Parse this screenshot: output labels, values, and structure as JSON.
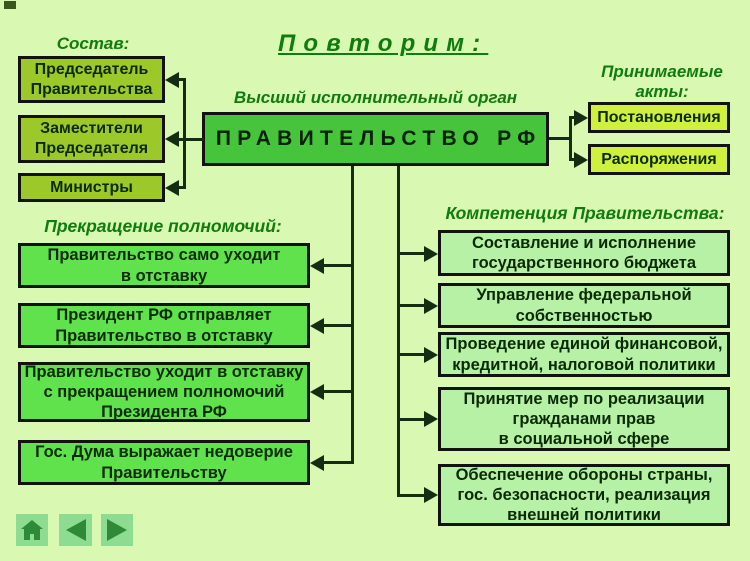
{
  "title": "Повторим:",
  "central": {
    "caption": "Высший исполнительный орган",
    "label": "ПРАВИТЕЛЬСТВО РФ"
  },
  "sostav": {
    "heading": "Состав:",
    "items": [
      "Председатель\nПравительства",
      "Заместители\nПредседателя",
      "Министры"
    ]
  },
  "akty": {
    "heading": "Принимаемые\nакты:",
    "items": [
      "Постановления",
      "Распоряжения"
    ]
  },
  "termination": {
    "heading": "Прекращение полномочий:",
    "items": [
      "Правительство само уходит\nв отставку",
      "Президент РФ отправляет\nПравительство в отставку",
      "Правительство уходит в отставку\nс прекращением полномочий\nПрезидента РФ",
      "Гос. Дума выражает недоверие\nПравительству"
    ]
  },
  "competence": {
    "heading": "Компетенция Правительства:",
    "items": [
      "Составление и исполнение\nгосударственного  бюджета",
      "Управление федеральной\nсобственностью",
      "Проведение единой финансовой,\nкредитной, налоговой политики",
      "Принятие мер по реализации\nгражданами прав\nв социальной сфере",
      "Обеспечение обороны страны,\nгос. безопасности, реализация\nвнешней политики"
    ]
  },
  "nav": {
    "items": [
      {
        "icon": "home-icon"
      },
      {
        "icon": "back-icon"
      },
      {
        "icon": "forward-icon"
      }
    ]
  },
  "colors": {
    "background": "#d9f8b1",
    "central_fill": "#45c43c",
    "sostav_fill": "#9cc929",
    "akty_fill": "#cff03c",
    "termination_fill": "#5fe24c",
    "competence_fill": "#b6f1a5",
    "heading_green": "#0e7c0e",
    "box_border": "#121212",
    "connector": "#142d12",
    "nav_button_fill": "#8edc92",
    "nav_icon": "#2f8a38"
  }
}
